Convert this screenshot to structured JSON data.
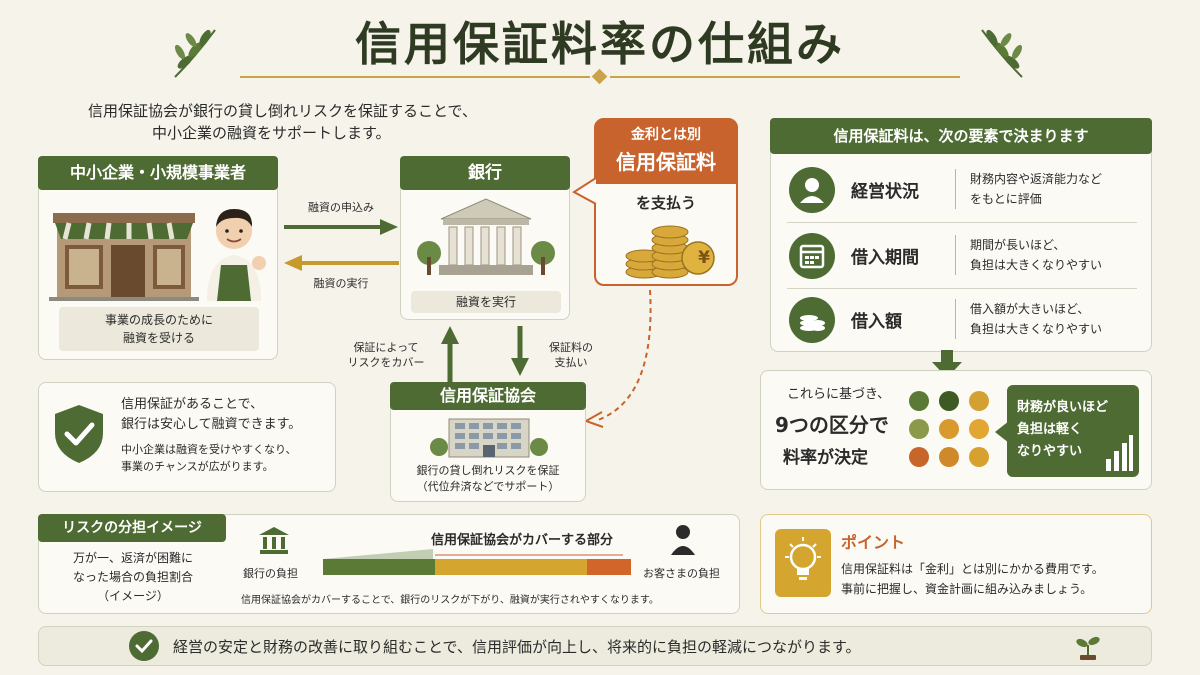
{
  "title": "信用保証料率の仕組み",
  "lead": [
    "信用保証協会が銀行の貸し倒れリスクを保証することで、",
    "中小企業の融資をサポートします。"
  ],
  "sme": {
    "header": "中小企業・小規模事業者",
    "caption": [
      "事業の成長のために",
      "融資を受ける"
    ]
  },
  "arrows": {
    "apply": "融資の申込み",
    "execute": "融資の実行",
    "guarantee": [
      "保証によって",
      "リスクをカバー"
    ],
    "fee_payment": [
      "保証料の",
      "支払い"
    ]
  },
  "bank": {
    "header": "銀行",
    "caption": "融資を実行"
  },
  "callout": {
    "line1": "金利とは別",
    "line2": "信用保証料",
    "line3": "を支払う",
    "yen": "¥"
  },
  "association": {
    "header": "信用保証協会",
    "caption": [
      "銀行の貸し倒れリスクを保証",
      "（代位弁済などでサポート）"
    ]
  },
  "benefit": {
    "lines": [
      "信用保証があることで、",
      "銀行は安心して融資できます。"
    ],
    "sub": [
      "中小企業は融資を受けやすくなり、",
      "事業のチャンスが広がります。"
    ]
  },
  "factors": {
    "header": "信用保証料は、次の要素で決まります",
    "items": [
      {
        "name": "経営状況",
        "desc": [
          "財務内容や返済能力など",
          "をもとに評価"
        ],
        "icon": "person-icon"
      },
      {
        "name": "借入期間",
        "desc": [
          "期間が長いほど、",
          "負担は大きくなりやすい"
        ],
        "icon": "calendar-icon"
      },
      {
        "name": "借入額",
        "desc": [
          "借入額が大きいほど、",
          "負担は大きくなりやすい"
        ],
        "icon": "coins-icon"
      }
    ]
  },
  "tiers": {
    "line1": "これらに基づき、",
    "line2": "9つの区分で",
    "line3": "料率が決定",
    "note": [
      "財務が良いほど",
      "負担は軽く",
      "なりやすい"
    ],
    "dot_colors": [
      "#5a7a36",
      "#3e5a24",
      "#d2a132",
      "#8a9a4a",
      "#d89a2c",
      "#e2a632",
      "#c8652a",
      "#d0892a",
      "#d7a12f"
    ]
  },
  "risk": {
    "header": "リスクの分担イメージ",
    "desc": [
      "万が一、返済が困難に",
      "なった場合の負担割合",
      "（イメージ）"
    ],
    "bank_label": "銀行の負担",
    "assoc_label": "信用保証協会がカバーする部分",
    "customer_label": "お客さまの負担",
    "footnote": "信用保証協会がカバーすることで、銀行のリスクが下がり、融資が実行されやすくなります。",
    "colors": {
      "bank": "#5a7a36",
      "assoc": "#d4a52f",
      "customer": "#d2652a"
    }
  },
  "point": {
    "header": "ポイント",
    "lines": [
      "信用保証料は「金利」とは別にかかる費用です。",
      "事前に把握し、資金計画に組み込みましょう。"
    ]
  },
  "bottom": "経営の安定と財務の改善に取り組むことで、信用評価が向上し、将来的に負担の軽減につながります。",
  "colors": {
    "accent_green": "#4e6b34",
    "accent_orange": "#c8632e",
    "gold": "#c9a24a"
  }
}
